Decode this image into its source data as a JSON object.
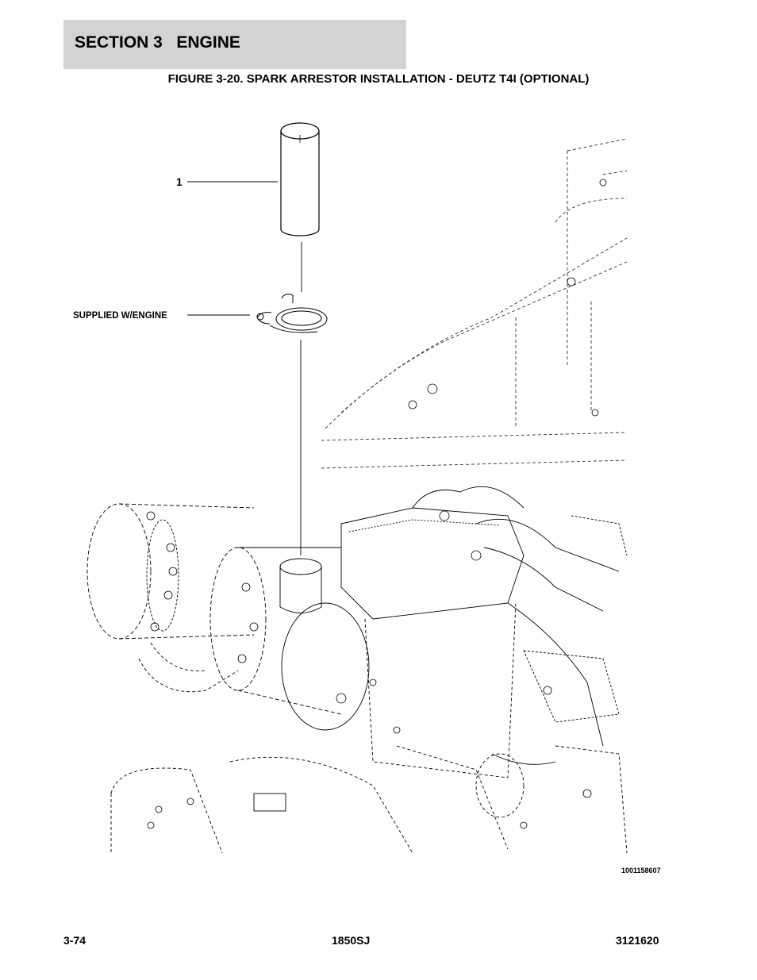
{
  "header": {
    "section_title": "SECTION 3   ENGINE"
  },
  "figure": {
    "title": "FIGURE 3-20. SPARK ARRESTOR INSTALLATION - DEUTZ T4I (OPTIONAL)",
    "callouts": {
      "item_1": "1",
      "supplied": "SUPPLIED W/ENGINE"
    },
    "drawing_number": "1001158607"
  },
  "footer": {
    "page_number": "3-74",
    "model": "1850SJ",
    "manual_number": "3121620"
  }
}
